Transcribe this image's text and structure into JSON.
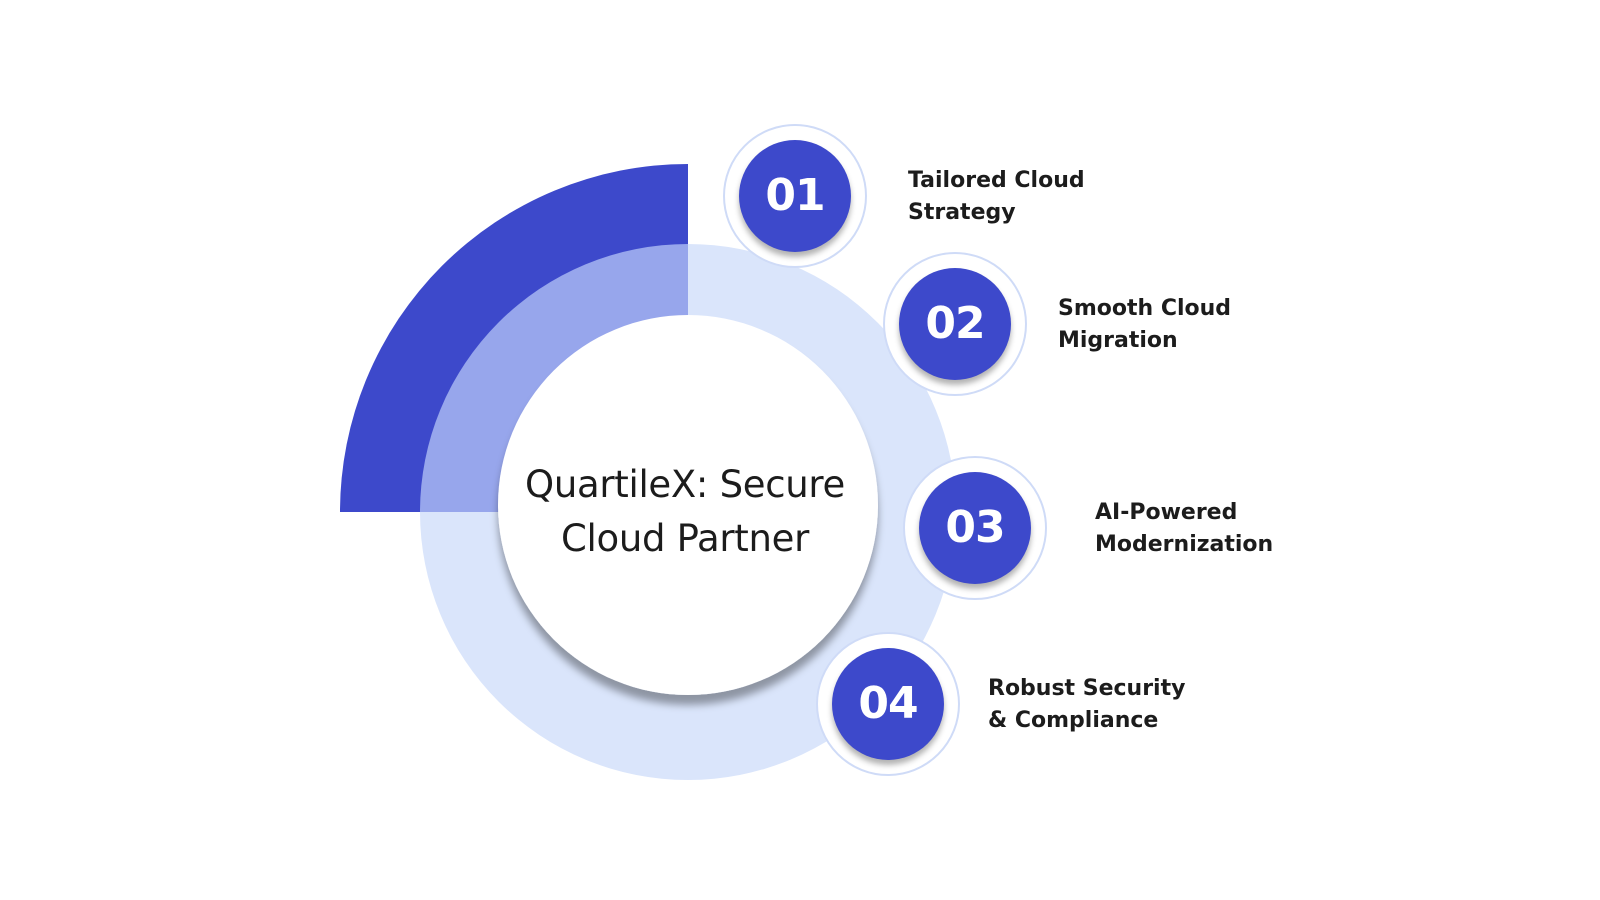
{
  "center": {
    "line1": "QuartileX: Secure",
    "line2": "Cloud Partner"
  },
  "colors": {
    "primary": "#3d49cb",
    "mid": "#97a6ec",
    "light": "#dae5fb",
    "ring": "#cfdbf7"
  },
  "steps": [
    {
      "number": "01",
      "line1": "Tailored Cloud",
      "line2": "Strategy"
    },
    {
      "number": "02",
      "line1": "Smooth Cloud",
      "line2": "Migration"
    },
    {
      "number": "03",
      "line1": "AI-Powered",
      "line2": "Modernization"
    },
    {
      "number": "04",
      "line1": "Robust Security",
      "line2": "& Compliance"
    }
  ]
}
